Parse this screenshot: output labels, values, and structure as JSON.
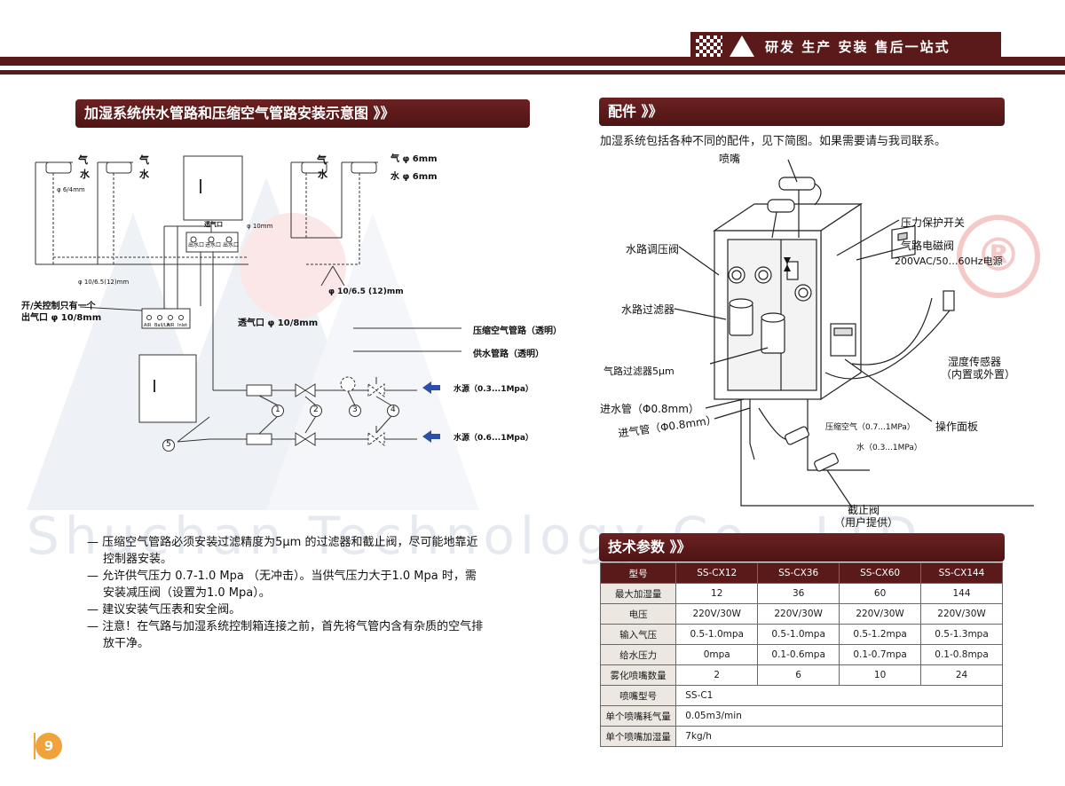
{
  "header": {
    "slogan": "研发 生产 安装 售后一站式"
  },
  "watermark": {
    "text": "Shuchan Technology Co., LTD",
    "registered": "®"
  },
  "left": {
    "title": "加湿系统供水管路和压缩空气管路安装示意图 》》",
    "diagram": {
      "air": "气",
      "water": "水",
      "air_spec": "气 φ 6mm",
      "water_spec": "水 φ 6mm",
      "phi64": "φ 6/4mm",
      "phi_bottom": "φ 10/6.5(12)mm",
      "phi_right": "φ 10/6.5 (12)mm",
      "vent": "透气口",
      "phi10": "φ 10mm",
      "ports": [
        "出水口",
        "进水口",
        "出水口"
      ],
      "switch_note_1": "开/关控制只有一个",
      "switch_note_2": "出气口 φ 10/8mm",
      "vent_spec": "透气口 φ 10/8mm",
      "box_ports": [
        "AIR",
        "Ball/Lft",
        "AIR",
        "Inlet"
      ],
      "legend_air": "压缩空气管路（透明）",
      "legend_water": "供水管路（透明）",
      "source_1": "水源（0.3...1Mpa）",
      "source_2": "水源（0.6...1Mpa）",
      "numbers": [
        "1",
        "2",
        "3",
        "4",
        "5"
      ]
    },
    "notes": [
      "— 压缩空气管路必须安装过滤精度为5μm 的过滤器和截止阀，尽可能地靠近",
      "控制器安装。",
      "— 允许供气压力 0.7-1.0 Mpa （无冲击）。当供气压力大于1.0 Mpa 时，需",
      "安装减压阀（设置为1.0 Mpa）。",
      "— 建议安装气压表和安全阀。",
      "— 注意！在气路与加湿系统控制箱连接之前，首先将气管内含有杂质的空气排",
      "放干净。"
    ],
    "page_number": "9"
  },
  "right": {
    "parts_title": "配件 》》",
    "parts_intro": "加湿系统包括各种不同的配件，见下简图。如果需要请与我司联系。",
    "labels": {
      "nozzle": "喷嘴",
      "pressure_switch": "压力保护开关",
      "solenoid": "气路电磁阀",
      "solenoid_power": "200VAC/50…60Hz电源",
      "water_regulator": "水路调压阀",
      "water_filter": "水路过滤器",
      "air_filter": "气路过滤器5μm",
      "water_in": "进水管（Φ0.8mm）",
      "air_in": "进气管（Φ0.8mm）",
      "humidity_sensor": "湿度传感器",
      "humidity_sensor_2": "（内置或外置）",
      "control_panel": "操作面板",
      "compressed_air": "压缩空气（0.7...1MPa）",
      "water_pressure": "水（0.3...1MPa）",
      "stop_valve": "截止阀",
      "stop_valve_2": "（用户提供）"
    },
    "tech_title": "技术参数 》》",
    "table": {
      "headers": [
        "型号",
        "SS-CX12",
        "SS-CX36",
        "SS-CX60",
        "SS-CX144"
      ],
      "rows": [
        [
          "最大加湿量",
          "12",
          "36",
          "60",
          "144"
        ],
        [
          "电压",
          "220V/30W",
          "220V/30W",
          "220V/30W",
          "220V/30W"
        ],
        [
          "输入气压",
          "0.5-1.0mpa",
          "0.5-1.0mpa",
          "0.5-1.2mpa",
          "0.5-1.3mpa"
        ],
        [
          "给水压力",
          "0mpa",
          "0.1-0.6mpa",
          "0.1-0.7mpa",
          "0.1-0.8mpa"
        ],
        [
          "雾化喷嘴数量",
          "2",
          "6",
          "10",
          "24"
        ]
      ],
      "single_rows": [
        [
          "喷嘴型号",
          "SS-C1"
        ],
        [
          "单个喷嘴耗气量",
          "0.05m3/min"
        ],
        [
          "单个喷嘴加湿量",
          "7kg/h"
        ]
      ]
    }
  },
  "colors": {
    "brand": "#5a1a1a",
    "air_arrow": "#2c4fa8",
    "page_badge": "#f0a33a"
  }
}
